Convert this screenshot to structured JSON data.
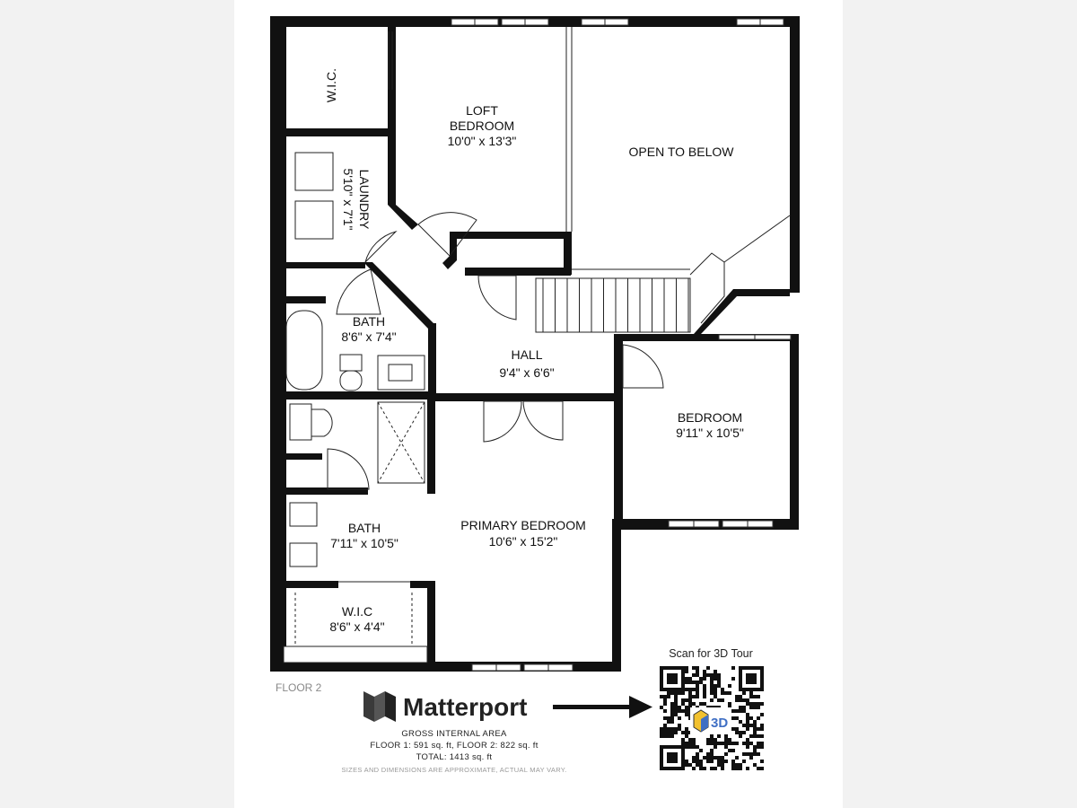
{
  "rooms": {
    "wic_top": {
      "name": "W.I.C."
    },
    "laundry": {
      "name": "LAUNDRY",
      "dims": "5'10\" x 7'1\""
    },
    "loft": {
      "name1": "LOFT",
      "name2": "BEDROOM",
      "dims": "10'0\" x 13'3\""
    },
    "open": {
      "name": "OPEN TO BELOW"
    },
    "bath_top": {
      "name": "BATH",
      "dims": "8'6\" x 7'4\""
    },
    "hall": {
      "name": "HALL",
      "dims": "9'4\" x 6'6\""
    },
    "bedroom": {
      "name": "BEDROOM",
      "dims": "9'11\" x 10'5\""
    },
    "primary": {
      "name": "PRIMARY BEDROOM",
      "dims": "10'6\" x 15'2\""
    },
    "bath_bottom": {
      "name": "BATH",
      "dims": "7'11\" x 10'5\""
    },
    "wic_bottom": {
      "name": "W.I.C",
      "dims": "8'6\" x 4'4\""
    }
  },
  "floor_label": "FLOOR 2",
  "brand": {
    "name": "Matterport"
  },
  "area": {
    "heading": "GROSS INTERNAL AREA",
    "line1": "FLOOR 1: 591 sq. ft, FLOOR 2: 822 sq. ft",
    "line2": "TOTAL: 1413 sq. ft",
    "disclaimer": "SIZES AND DIMENSIONS ARE APPROXIMATE, ACTUAL MAY VARY."
  },
  "qr": {
    "caption": "Scan for 3D Tour",
    "badge": "3D"
  },
  "icons": {
    "logo": "matterport-logo-icon",
    "arrow": "arrow-right-icon",
    "qr": "qr-code-icon"
  }
}
